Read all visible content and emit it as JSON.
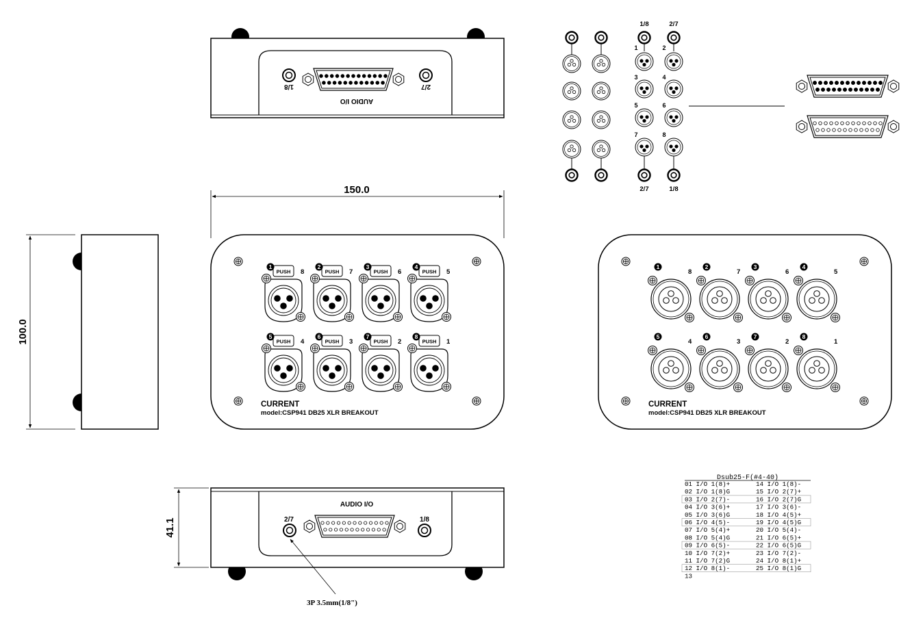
{
  "dimensions": {
    "width": "150.0",
    "height": "100.0",
    "depth": "41.1"
  },
  "top_view": {
    "panel_label": "AUDIO I/O",
    "jack_left": "1/8",
    "jack_right": "2/7"
  },
  "bottom_view": {
    "panel_label": "AUDIO I/O",
    "jack_left": "2/7",
    "jack_right": "1/8",
    "callout": "3P 3.5mm(1/8\")"
  },
  "front_panel": {
    "brand": "CURRENT",
    "model": "model:CSP941 DB25 XLR BREAKOUT",
    "push_label": "PUSH",
    "channels": [
      {
        "badge": "1",
        "num": "8"
      },
      {
        "badge": "2",
        "num": "7"
      },
      {
        "badge": "3",
        "num": "6"
      },
      {
        "badge": "4",
        "num": "5"
      },
      {
        "badge": "5",
        "num": "4"
      },
      {
        "badge": "6",
        "num": "3"
      },
      {
        "badge": "7",
        "num": "2"
      },
      {
        "badge": "8",
        "num": "1"
      }
    ]
  },
  "back_panel": {
    "brand": "CURRENT",
    "model": "model:CSP941 DB25 XLR BREAKOUT",
    "channels": [
      {
        "badge": "1",
        "num": "8"
      },
      {
        "badge": "2",
        "num": "7"
      },
      {
        "badge": "3",
        "num": "6"
      },
      {
        "badge": "4",
        "num": "5"
      },
      {
        "badge": "5",
        "num": "4"
      },
      {
        "badge": "6",
        "num": "3"
      },
      {
        "badge": "7",
        "num": "2"
      },
      {
        "badge": "8",
        "num": "1"
      }
    ]
  },
  "schematic": {
    "top_jack_labels": [
      "1/8",
      "2/7"
    ],
    "bottom_jack_labels": [
      "2/7",
      "1/8"
    ],
    "xlr_labels": [
      "1",
      "2",
      "3",
      "4",
      "5",
      "6",
      "7",
      "8"
    ]
  },
  "pinout": {
    "title": "Dsub25-F(#4-40)",
    "rows": [
      [
        "01 I/O 1(8)+",
        "14 I/O 1(8)-"
      ],
      [
        "02 I/O 1(8)G",
        "15 I/O 2(7)+"
      ],
      [
        "03 I/O 2(7)-",
        "16 I/O 2(7)G"
      ],
      [
        "04 I/O 3(6)+",
        "17 I/O 3(6)-"
      ],
      [
        "05 I/O 3(6)G",
        "18 I/O 4(5)+"
      ],
      [
        "06 I/O 4(5)-",
        "19 I/O 4(5)G"
      ],
      [
        "07 I/O 5(4)+",
        "20 I/O 5(4)-"
      ],
      [
        "08 I/O 5(4)G",
        "21 I/O 6(5)+"
      ],
      [
        "09 I/O 6(5)-",
        "22 I/O 6(5)G"
      ],
      [
        "10 I/O 7(2)+",
        "23 I/O 7(2)-"
      ],
      [
        "11 I/O 7(2)G",
        "24 I/O 8(1)+"
      ],
      [
        "12 I/O 8(1)-",
        "25 I/O 8(1)G"
      ],
      [
        "13",
        ""
      ]
    ]
  }
}
